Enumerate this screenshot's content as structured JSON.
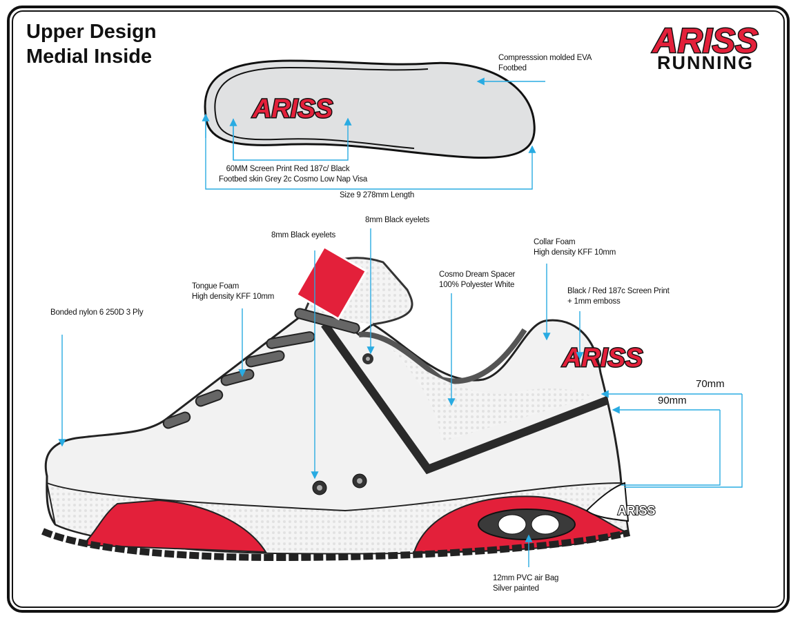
{
  "title": {
    "line1": "Upper Design",
    "line2": "Medial Inside"
  },
  "brand": {
    "logo_text": "ARISS",
    "subtitle": "RUNNING",
    "footbed_logo": "ARISS",
    "side_logo": "ARISS",
    "heel_logo": "ARISS"
  },
  "colors": {
    "red": "#e3203a",
    "callout": "#29abe2",
    "footbed": "#e0e1e2"
  },
  "annotations": {
    "footbed": {
      "line1": "Compresssion molded EVA",
      "line2": "Footbed"
    },
    "print": {
      "line1": "60MM  Screen Print Red 187c/ Black",
      "line2": "Footbed skin  Grey 2c Cosmo Low Nap Visa"
    },
    "length": "Size 9  278mm  Length",
    "eyelets_a": "8mm Black eyelets",
    "eyelets_b": "8mm Black eyelets",
    "tongue": {
      "line1": "Tongue Foam",
      "line2": "High density KFF 10mm"
    },
    "nylon": "Bonded nylon 6  250D  3 Ply",
    "spacer": {
      "line1": "Cosmo Dream Spacer",
      "line2": "100% Polyester White"
    },
    "collar": {
      "line1": "Collar Foam",
      "line2": "High density KFF 10mm"
    },
    "screen": {
      "line1": "Black / Red 187c Screen Print",
      "line2": "+ 1mm emboss"
    },
    "airbag": {
      "line1": "12mm PVC air Bag",
      "line2": "Silver painted"
    },
    "dim_70": "70mm",
    "dim_90": "90mm"
  }
}
